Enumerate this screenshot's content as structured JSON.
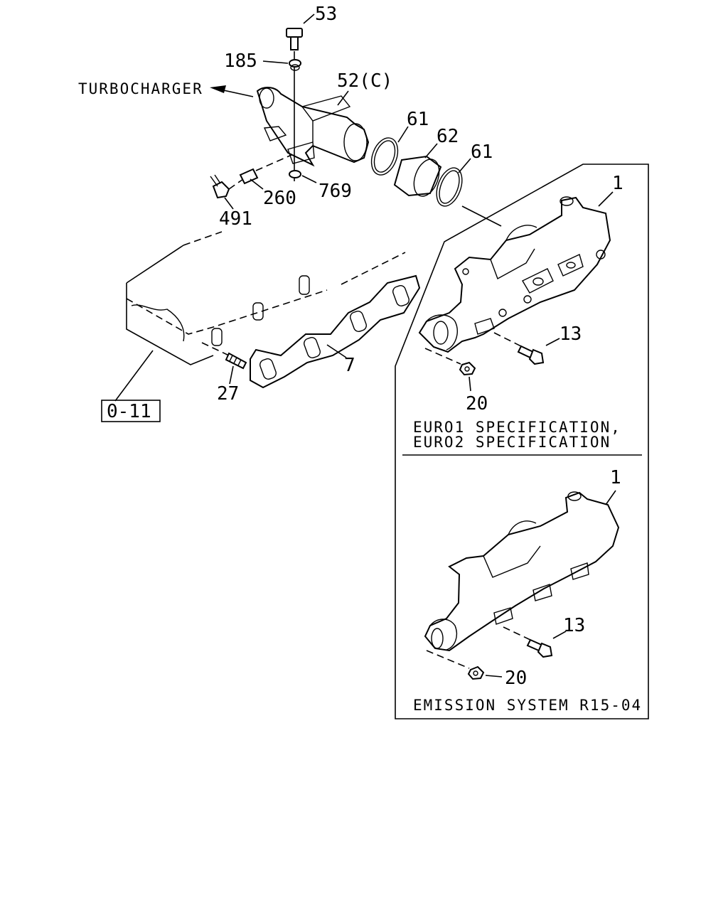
{
  "labels": {
    "p53": "53",
    "p185": "185",
    "p52c": "52(C)",
    "turbocharger": "TURBOCHARGER",
    "p61a": "61",
    "p62": "62",
    "p61b": "61",
    "p260": "260",
    "p769": "769",
    "p491": "491",
    "p1a": "1",
    "p13a": "13",
    "p20a": "20",
    "p7": "7",
    "p27": "27",
    "ref": "0-11",
    "p1b": "1",
    "p13b": "13",
    "p20b": "20"
  },
  "captions": {
    "euro_line1": "EURO1 SPECIFICATION,",
    "euro_line2": "EURO2 SPECIFICATION",
    "emission": "EMISSION SYSTEM R15-04"
  }
}
